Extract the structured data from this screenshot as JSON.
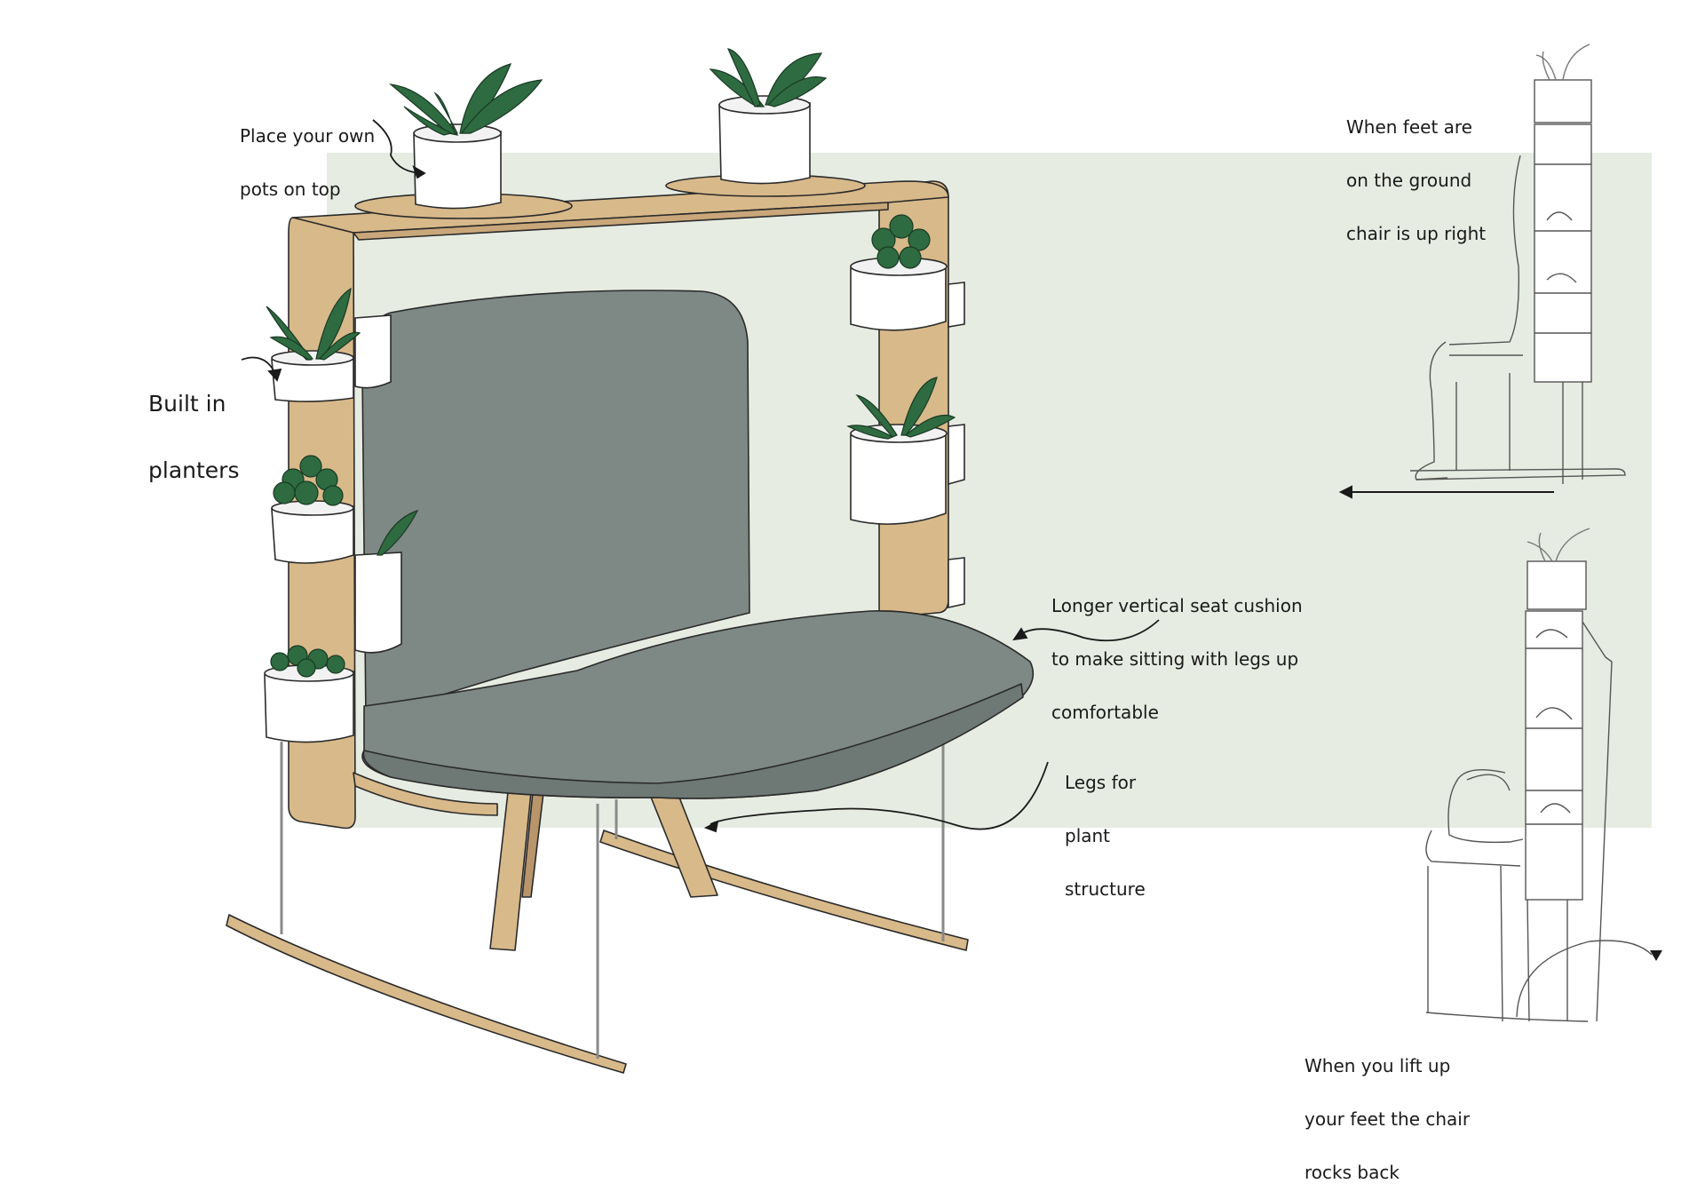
{
  "colors": {
    "background": "#ffffff",
    "panel": "#e6ece2",
    "wood": "#d8b98a",
    "wood_dark": "#b8956a",
    "cushion": "#7e8884",
    "cushion_dark": "#6e7874",
    "planter": "#ffffff",
    "leaf": "#2e6b40",
    "leaf_dark": "#1f4d2d",
    "ink": "#1a1a1a"
  },
  "annotations": {
    "pots_on_top": [
      "Place your own",
      "pots on top"
    ],
    "built_in_planters": [
      "Built in",
      "planters"
    ],
    "seat_cushion": [
      "Longer vertical seat cushion",
      "to make sitting with legs up",
      "comfortable"
    ],
    "legs": [
      "Legs for",
      "plant",
      "structure"
    ],
    "feet_on_ground": [
      "When feet are",
      "on the ground",
      "chair is up right"
    ],
    "lift_feet": [
      "When you lift up",
      "your feet the chair",
      "rocks back"
    ]
  }
}
